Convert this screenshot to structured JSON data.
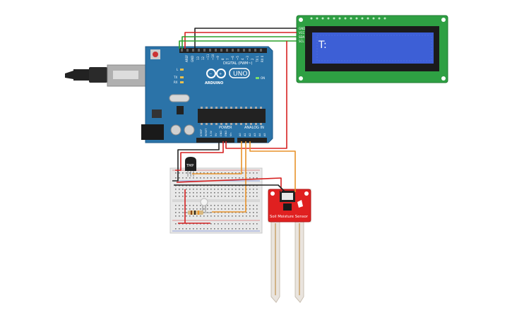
{
  "arduino": {
    "brand": "ARDUINO",
    "model": "UNO",
    "header_digital": "DIGITAL (PWM~)",
    "header_power": "POWER",
    "header_analog": "ANALOG IN",
    "aref": "AREF",
    "gnd": "GND",
    "digital_pins": [
      "13",
      "12",
      "~11",
      "~10",
      "~9",
      "8",
      "7",
      "~6",
      "~5",
      "4",
      "~3",
      "2",
      "TX 1",
      "RX 0"
    ],
    "power_pins": [
      "IOREF",
      "RESET",
      "3.3V",
      "5V",
      "GND",
      "GND",
      "Vin"
    ],
    "analog_pins": [
      "A0",
      "A1",
      "A2",
      "A3",
      "A4",
      "A5"
    ],
    "led_l": "L",
    "led_tx": "TX",
    "led_rx": "RX",
    "led_on": "ON"
  },
  "lcd": {
    "pins": [
      "GND",
      "VCC",
      "SDA",
      "SCL"
    ],
    "display_text": "T:"
  },
  "sensor": {
    "label": "Soil Moisture Sensor"
  },
  "tmp": {
    "label": "TMP"
  },
  "colors": {
    "board": "#2b73a8",
    "lcd_pcb": "#2ea043",
    "lcd_screen": "#3d5fd6",
    "sensor": "#e02020",
    "wire_red": "#d62020",
    "wire_black": "#222222",
    "wire_green": "#2aa02a",
    "wire_orange": "#e8922a"
  }
}
